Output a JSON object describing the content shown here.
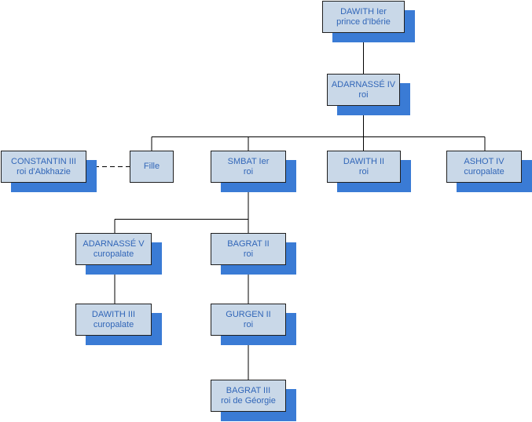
{
  "tree": {
    "nodes": {
      "dawith1": {
        "name": "DAWITH Ier",
        "title": "prince d'Ibérie"
      },
      "adarnasse4": {
        "name": "ADARNASSÉ IV",
        "title": "roi"
      },
      "constantin3": {
        "name": "CONSTANTIN III",
        "title": "roi d'Abkhazie"
      },
      "fille": {
        "name": "Fille",
        "title": ""
      },
      "smbat1": {
        "name": "SMBAT Ier",
        "title": "roi"
      },
      "dawith2": {
        "name": "DAWITH II",
        "title": "roi"
      },
      "ashot4": {
        "name": "ASHOT IV",
        "title": "curopalate"
      },
      "adarnasse5": {
        "name": "ADARNASSÉ V",
        "title": "curopalate"
      },
      "bagrat2": {
        "name": "BAGRAT II",
        "title": "roi"
      },
      "dawith3": {
        "name": "DAWITH III",
        "title": "curopalate"
      },
      "gurgen2": {
        "name": "GURGEN II",
        "title": "roi"
      },
      "bagrat3": {
        "name": "BAGRAT III",
        "title": "roi de Géorgie"
      }
    },
    "colors": {
      "box_fill": "#c9d8e8",
      "box_border": "#1f1f1f",
      "shadow": "#3a7bd5",
      "text": "#3166b8",
      "connector": "#000000"
    }
  }
}
